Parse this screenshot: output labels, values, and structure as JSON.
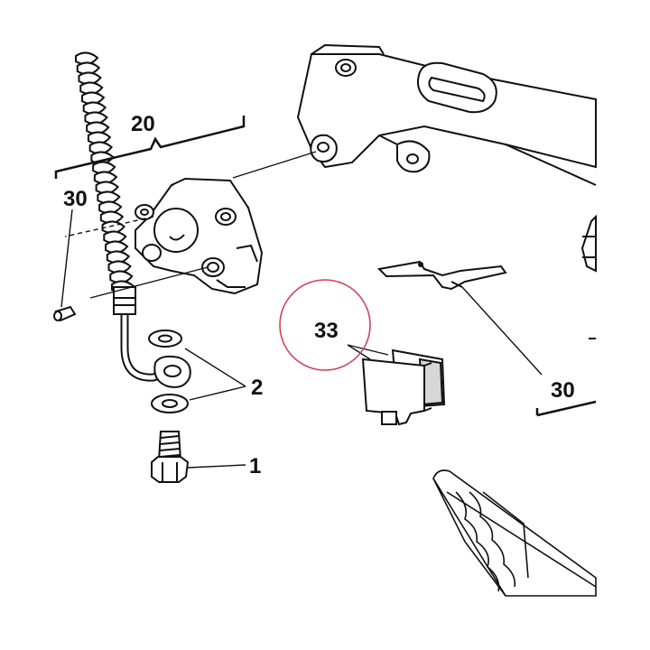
{
  "diagram": {
    "callouts": {
      "c20": "20",
      "c30_left": "30",
      "c33": "33",
      "c2": "2",
      "c1": "1",
      "c30_right": "30"
    },
    "colors": {
      "line": "#111111",
      "highlight_circle": "#d0455a",
      "background": "#ffffff"
    },
    "highlighted_part": "33"
  }
}
